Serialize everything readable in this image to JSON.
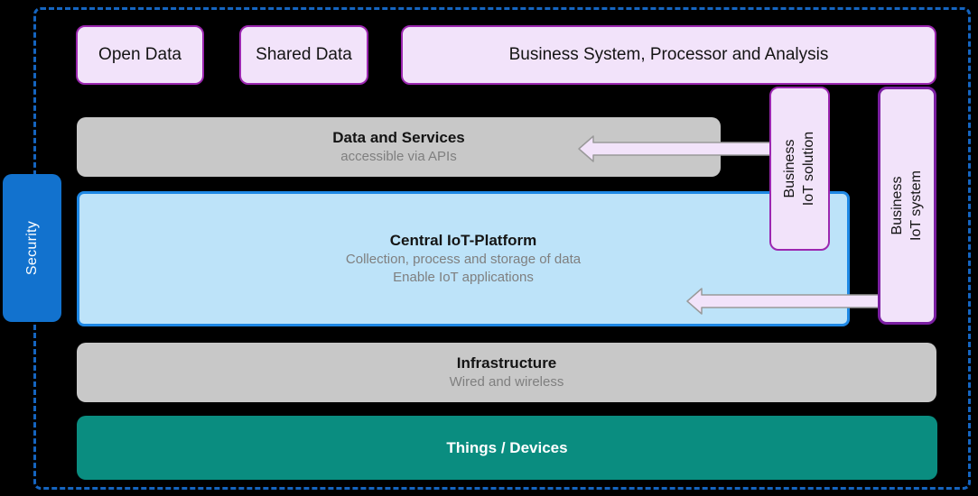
{
  "security": {
    "label": "Security"
  },
  "top_row": [
    {
      "label": "Open Data"
    },
    {
      "label": "Shared Data"
    },
    {
      "label": "Business System, Processor and Analysis"
    }
  ],
  "layers": {
    "data_services": {
      "title": "Data and Services",
      "subtitle": "accessible via APIs"
    },
    "central_iot_platform": {
      "title": "Central IoT-Platform",
      "subtitle_line1": "Collection, process and storage of data",
      "subtitle_line2": "Enable IoT applications"
    },
    "infrastructure": {
      "title": "Infrastructure",
      "subtitle": "Wired and wireless"
    },
    "things_devices": {
      "title": "Things / Devices"
    }
  },
  "side_boxes": [
    {
      "line1": "Business",
      "line2": "IoT solution"
    },
    {
      "line1": "Business",
      "line2": "IoT system"
    }
  ],
  "colors": {
    "background": "#000000",
    "frame_dash_blue": "#1565C0",
    "security_blue": "#1272CE",
    "lavender_fill": "#F2E3FA",
    "purple_border": "#9C27B0",
    "purple_border_dark": "#7B1FA2",
    "gray_fill": "#C8C8C8",
    "subtitle_gray": "#7F7F7F",
    "platform_blue_fill": "#BDE3F9",
    "platform_blue_border": "#1E88E5",
    "teal_fill": "#0A8D80",
    "arrow_fill": "#F2E3FA",
    "arrow_stroke": "#999999"
  }
}
